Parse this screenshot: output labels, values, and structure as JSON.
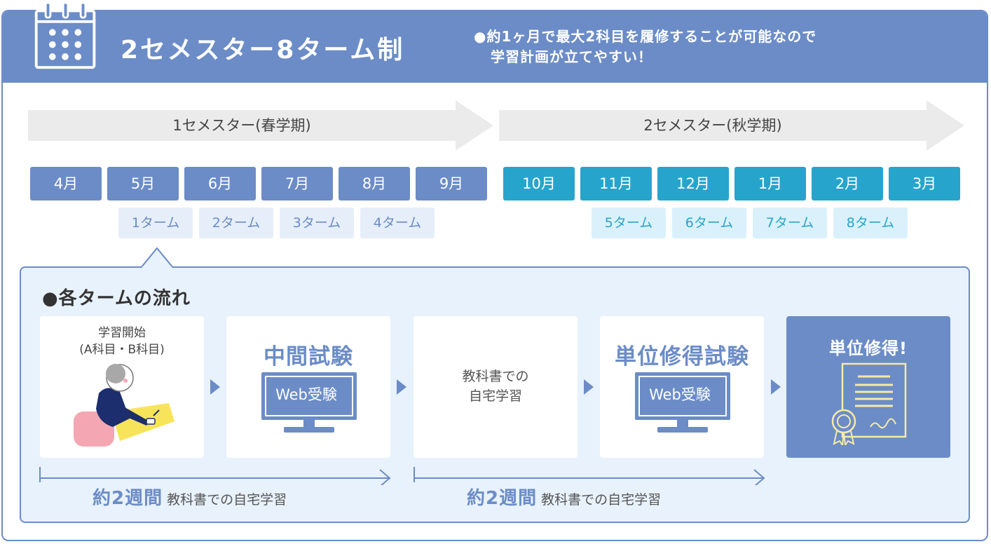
{
  "header": {
    "title": "2セメスター8ターム制",
    "note_line1": "●約1ヶ月で最大2科目を履修することが可能なので",
    "note_line2": "学習計画が立てやすい！"
  },
  "semesters": [
    {
      "label": "1セメスター(春学期)"
    },
    {
      "label": "2セメスター(秋学期)"
    }
  ],
  "months": [
    "4月",
    "5月",
    "6月",
    "7月",
    "8月",
    "9月",
    "10月",
    "11月",
    "12月",
    "1月",
    "2月",
    "3月"
  ],
  "terms": [
    "1ターム",
    "2ターム",
    "3ターム",
    "4ターム",
    "5ターム",
    "6ターム",
    "7ターム",
    "8ターム"
  ],
  "flow": {
    "title": "●各タームの流れ",
    "step1_line1": "学習開始",
    "step1_line2": "(A科目・B科目)",
    "step2_title": "中間試験",
    "step2_monitor": "Web受験",
    "step3_line1": "教科書での",
    "step3_line2": "自宅学習",
    "step4_title": "単位修得試験",
    "step4_monitor": "Web受験",
    "step5_title": "単位修得!"
  },
  "spans": [
    {
      "em": "約2週間",
      "text": "教科書での自宅学習"
    },
    {
      "em": "約2週間",
      "text": "教科書での自宅学習"
    }
  ],
  "colors": {
    "primary": "#6b8cc7",
    "teal": "#27a4cc",
    "light_bg": "#e8f2fc",
    "arrow_gray": "#ebebeb"
  },
  "icons": [
    "calendar-icon",
    "student-illustration-icon",
    "monitor-icon",
    "certificate-icon",
    "arrow-right-icon"
  ]
}
